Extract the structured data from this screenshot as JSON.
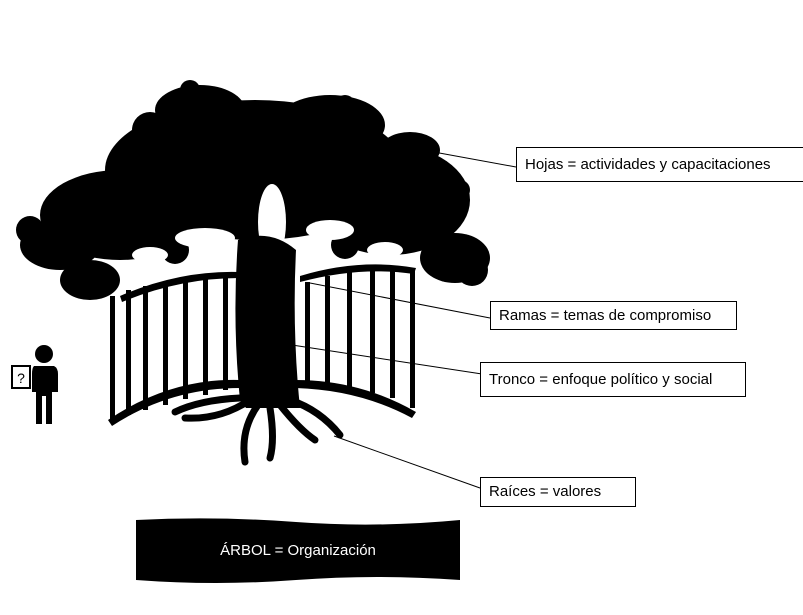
{
  "labels": {
    "hojas": "Hojas = actividades y capacitaciones",
    "ramas": "Ramas = temas de compromiso",
    "tronco": "Tronco = enfoque político y social",
    "raices": "Raíces = valores"
  },
  "title": "ÁRBOL = Organización",
  "person_sign": "?",
  "colors": {
    "ink": "#000000",
    "paper": "#ffffff"
  },
  "icons": {
    "person": "person-with-sign-icon",
    "tree": "tree-illustration"
  }
}
